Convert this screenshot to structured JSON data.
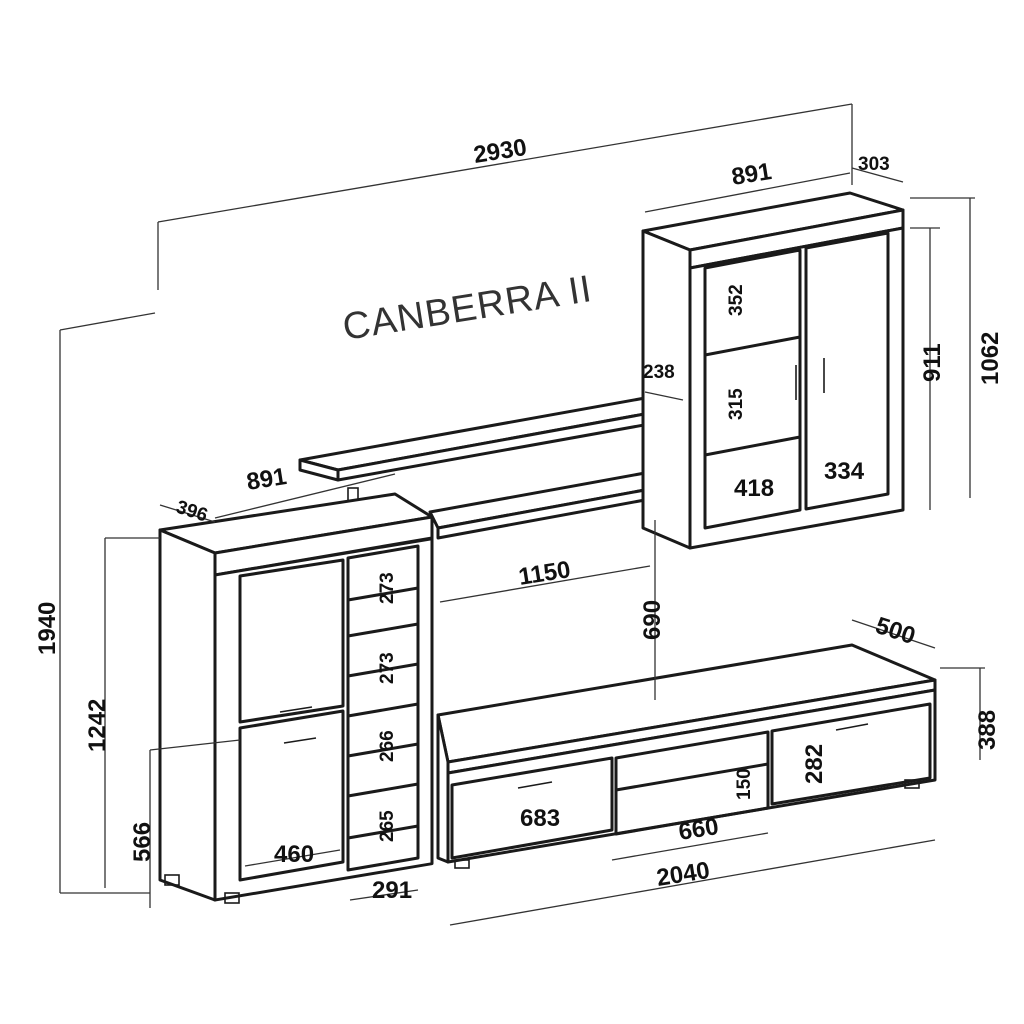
{
  "title": "CANBERRA II",
  "dimensions": {
    "overall_width": "2930",
    "tall_cabinet_width": "891",
    "tall_cabinet_depth": "396",
    "top_cabinet_width": "891",
    "top_cabinet_depth": "303",
    "shelf_depth": "238",
    "inner_352": "352",
    "inner_315": "315",
    "glass_418": "418",
    "door_334": "334",
    "top_height_911": "911",
    "top_height_1062": "1062",
    "shelf_width": "1150",
    "gap_690": "690",
    "overall_height": "1940",
    "tall_height": "1242",
    "shelf_273a": "273",
    "shelf_273b": "273",
    "shelf_266": "266",
    "shelf_265": "265",
    "lower_566": "566",
    "door_460": "460",
    "open_291": "291",
    "tv_depth": "500",
    "tv_height": "388",
    "door_282": "282",
    "drawer_683": "683",
    "niche_150": "150",
    "niche_660": "660",
    "tv_width": "2040"
  }
}
